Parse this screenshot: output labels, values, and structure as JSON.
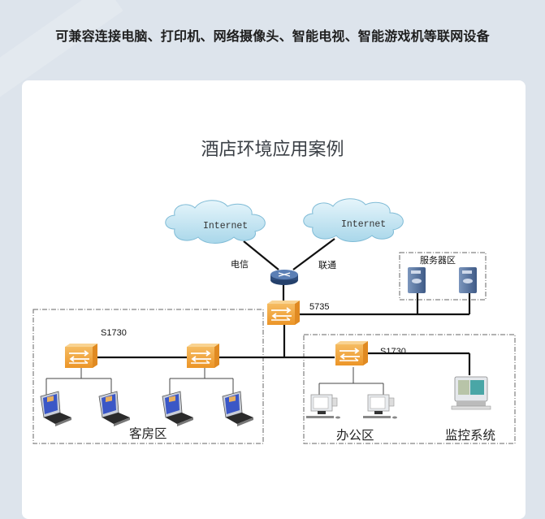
{
  "header": {
    "caption": "可兼容连接电脑、打印机、网络摄像头、智能电视、智能游戏机等联网设备"
  },
  "card": {
    "title": "酒店环境应用案例"
  },
  "diagram": {
    "clouds": [
      {
        "label": "Internet",
        "isp": "电信"
      },
      {
        "label": "Internet",
        "isp": "联通"
      }
    ],
    "core_switch_label": "5735",
    "server_zone_label": "服务器区",
    "guest_switch_label": "S1730",
    "office_switch_label": "S1730",
    "zones": {
      "guest": "客房区",
      "office": "办公区",
      "monitor": "监控系统"
    },
    "colors": {
      "switch": "#f3a637",
      "router": "#3d5a80",
      "cloud": "#bfe3f2",
      "link": "#111111"
    }
  }
}
